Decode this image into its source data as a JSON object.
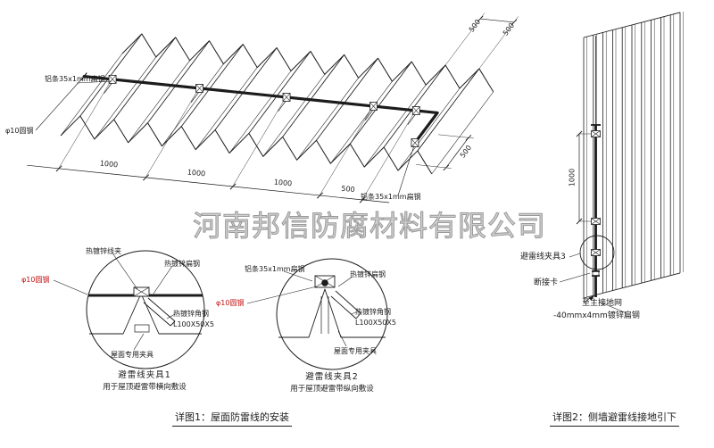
{
  "watermark": "河南邦信防腐材料有限公司",
  "colors": {
    "line": "#1c1c1c",
    "accent_red": "#c11212",
    "watermark_gray": "#8f8f8f"
  },
  "main_view": {
    "labels": {
      "alu_strip_top": "铝条35x1mm扁钢",
      "round_steel": "φ10圆钢",
      "alu_strip_right": "铝条35x1mm扁钢"
    },
    "dims": {
      "span1": "1000",
      "span2": "1000",
      "span3": "1000",
      "span4": "500",
      "rib1": "500",
      "rib2": "500",
      "edge": "500"
    }
  },
  "detail1": {
    "labels": {
      "clamp": "热镀锌线夹",
      "flat": "热镀锌扁钢",
      "round": "φ10圆钢",
      "angle": "热镀锌角钢",
      "angle_size": "L100X50X5",
      "fixture": "屋面专用夹具"
    },
    "title": "避雷线夹具1",
    "subtitle": "用于屋顶避雷带横向敷设"
  },
  "detail2": {
    "labels": {
      "strip": "铝条35x1mm扁钢",
      "flat": "热镀锌扁钢",
      "round": "φ10圆钢",
      "angle": "热镀锌角钢",
      "angle_size": "L100X50X5",
      "fixture": "屋面专用夹具"
    },
    "title": "避雷线夹具2",
    "subtitle": "用于屋顶避雷带纵向敷设"
  },
  "wall_view": {
    "labels": {
      "clamp3": "避雷线夹具3",
      "disconnect": "断接卡",
      "to_ground": "至主接地网",
      "flat_steel": "-40mmx4mm镀锌扁钢"
    },
    "dim": "1000"
  },
  "captions": {
    "fig1": "详图1：屋面防雷线的安装",
    "fig2": "详图2：侧墙避雷线接地引下"
  }
}
